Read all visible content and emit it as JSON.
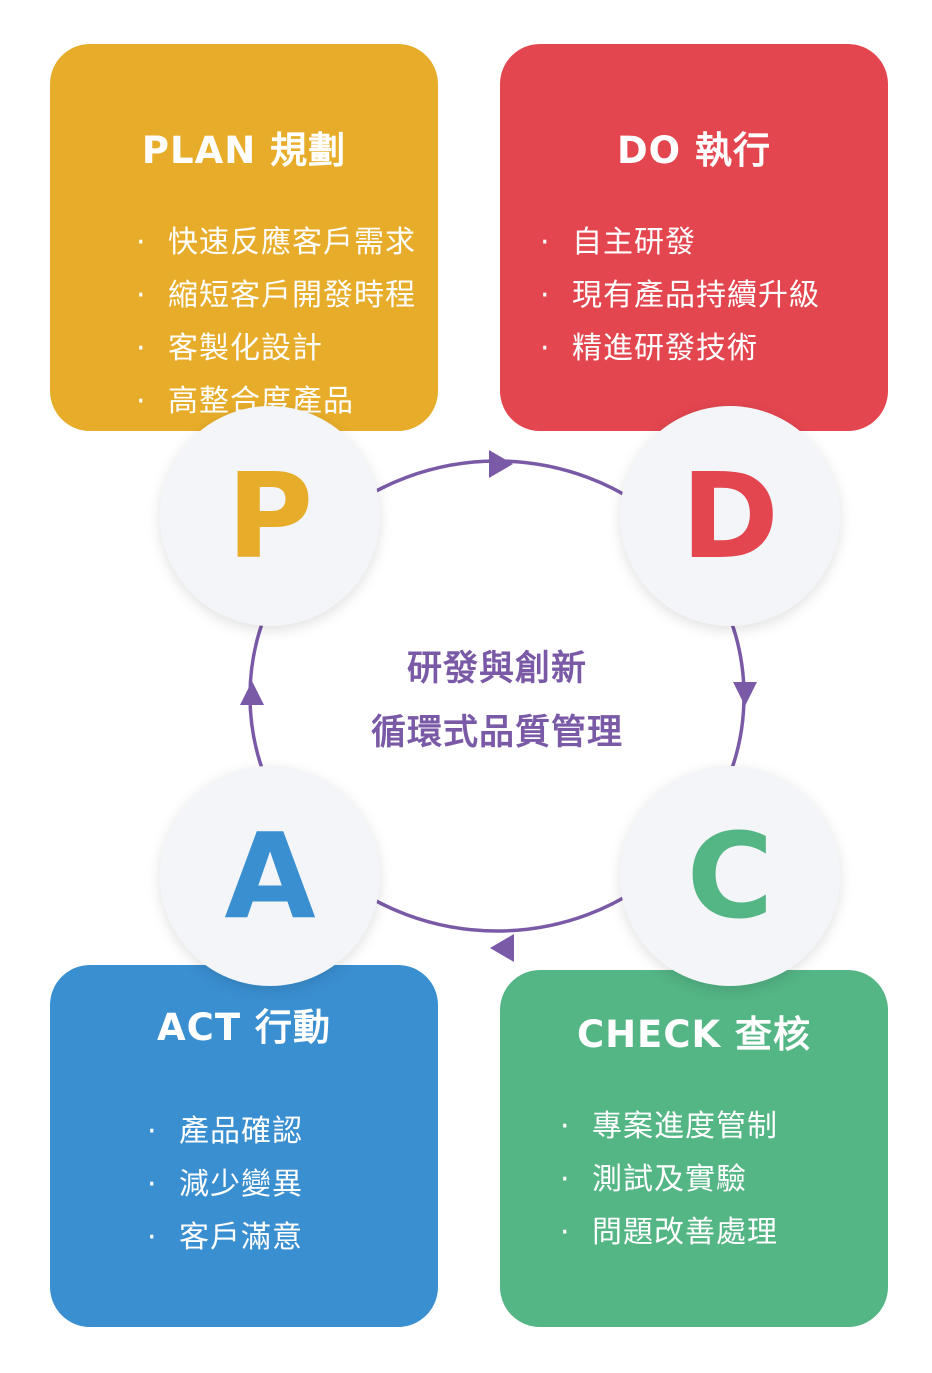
{
  "plan": {
    "title": "PLAN 規劃",
    "items": [
      "快速反應客戶需求",
      "縮短客戶開發時程",
      "客製化設計",
      "高整合度產品"
    ],
    "color": "#e7ad2a"
  },
  "do": {
    "title": "DO 執行",
    "items": [
      "自主研發",
      "現有產品持續升級",
      "精進研發技術"
    ],
    "color": "#e3464f"
  },
  "act": {
    "title": "ACT 行動",
    "items": [
      "產品確認",
      "減少變異",
      "客戶滿意"
    ],
    "color": "#3a8fd1"
  },
  "check": {
    "title": "CHECK 查核",
    "items": [
      "專案進度管制",
      "測試及實驗",
      "問題改善處理"
    ],
    "color": "#54b585"
  },
  "bullet": "·",
  "letters": {
    "p": "P",
    "d": "D",
    "c": "C",
    "a": "A"
  },
  "center": {
    "line1": "研發與創新",
    "line2": "循環式品質管理",
    "color": "#7a5aa6"
  }
}
